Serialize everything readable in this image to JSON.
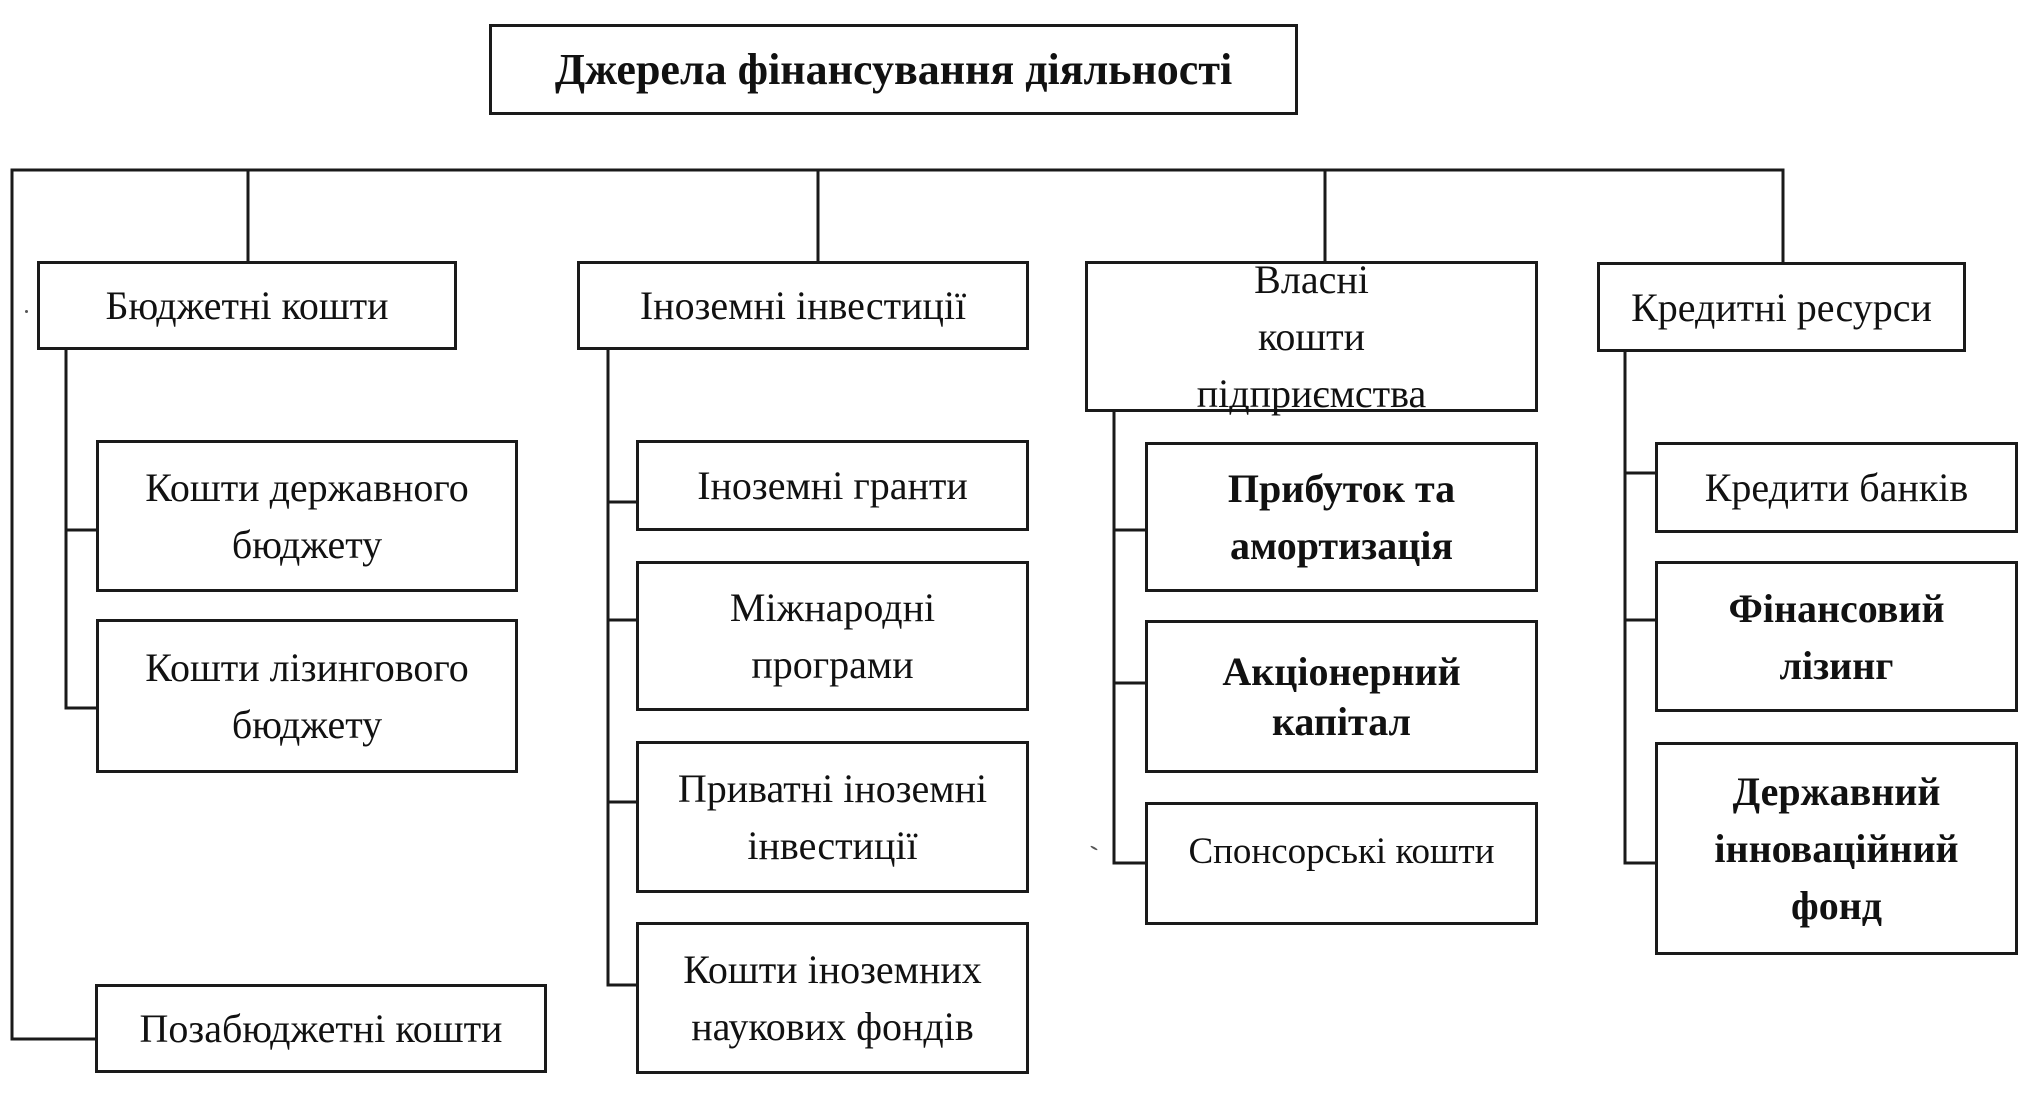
{
  "diagram": {
    "title": "Джерела фінансування діяльності",
    "categories": [
      {
        "label": "Бюджетні кошти",
        "items": [
          "Кошти державного бюджету",
          "Кошти лізингового бюджету"
        ]
      },
      {
        "label": "Іноземні інвестиції",
        "items": [
          "Іноземні гранти",
          "Міжнародні програми",
          "Приватні іноземні інвестиції",
          "Кошти іноземних наукових фондів"
        ]
      },
      {
        "label": "Власні кошти підприємства",
        "items": [
          "Прибуток та амортизація",
          "Акціонерний капітал",
          "Спонсорські кошти"
        ]
      },
      {
        "label": "Кредитні ресурси",
        "items": [
          "Кредити банків",
          "Фінансовий лізинг",
          "Державний інноваційний фонд"
        ]
      }
    ],
    "extra_category": "Позабюджетні кошти"
  }
}
